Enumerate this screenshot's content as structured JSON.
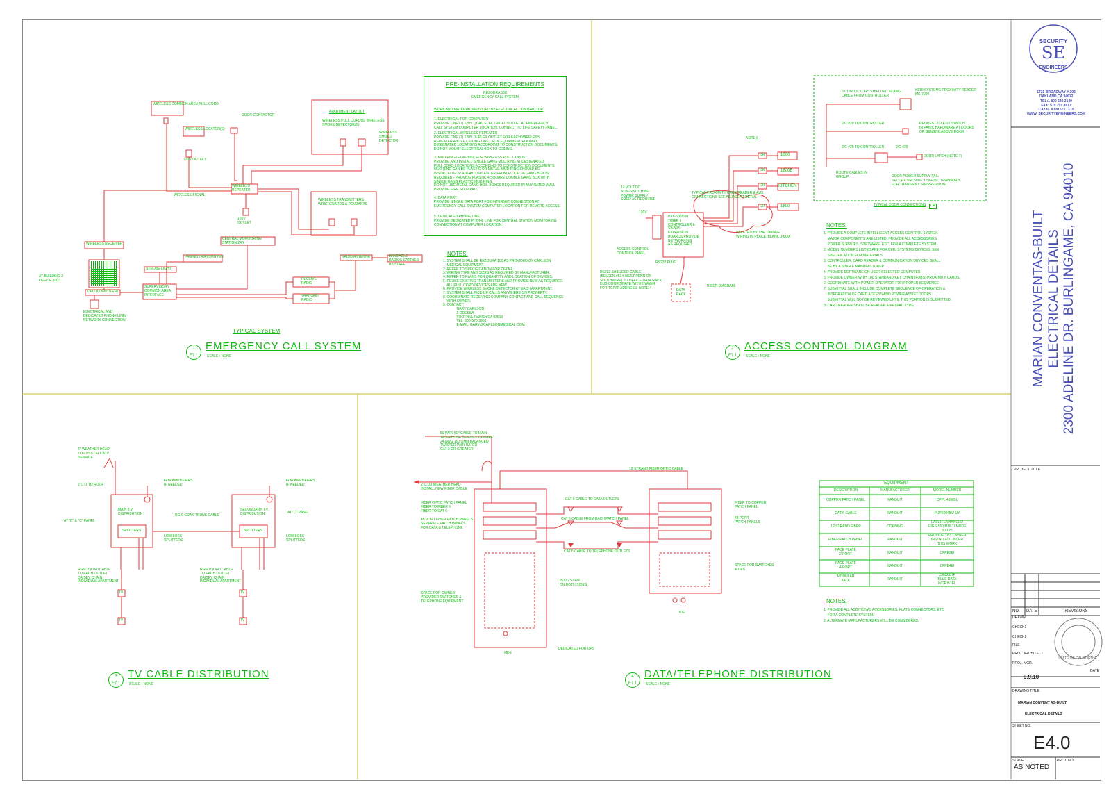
{
  "title_block": {
    "logo_text": "SECURITY",
    "logo_initials": "SE",
    "logo_sub": "ENGINEERS",
    "address": [
      "1721 BROADWAY # 205",
      "OAKLAND CA 94612",
      "TEL:1 800 640 2140",
      "FAX: 510 291 8877",
      "CA LIC # 881675 C-10",
      "WWW. SECURITYENGINEERS.COM"
    ],
    "project_line1": "MARIAN CONVENTAS-BUILT",
    "project_line2": "ELECTRICAL DETAILS",
    "project_line3": "2300 ADELINE DR. BURLINGAME, CA 94010",
    "project_title_label": "PROJECT TITLE",
    "rev_no": "NO.",
    "rev_date": "DATE",
    "rev_label": "REVISIONS",
    "drawn": "DRAWN",
    "check1": "CHECK1",
    "check2": "CHECK2",
    "file": "FILE",
    "proj_architect": "PROJ. ARCHITECT",
    "proj_mgr": "PROJ. MGR.",
    "date_value": "9.9.10",
    "date_label": "DATE",
    "drawing_title_label": "DRAWING TITLE",
    "drawing_title1": "MARIAN CONVENT AS-BUILT",
    "drawing_title2": "ELECTRICAL DETAILS",
    "sheet_no_label": "SHEET NO.",
    "sheet_no": "E4.0",
    "scale_label": "SCALE",
    "scale_value": "AS NOTED",
    "proj_no_label": "PROJ. NO.",
    "seal_text": "STATE OF CALIFORNIA"
  },
  "details": {
    "d1": {
      "num": "1",
      "sheet": "E7.1",
      "title": "EMERGENCY CALL SYSTEM",
      "scale": "SCALE : NONE",
      "subtitle": "TYPICAL SYSTEM"
    },
    "d2": {
      "num": "2",
      "sheet": "E7.1",
      "title": "ACCESS CONTROL DIAGRAM",
      "scale": "SCALE : NONE"
    },
    "d3": {
      "num": "3",
      "sheet": "E7.1",
      "title": "TV CABLE DISTRIBUTION",
      "scale": "SCALE : NONE"
    },
    "d4": {
      "num": "4",
      "sheet": "E7.1",
      "title": "DATA/TELEPHONE DISTRIBUTION",
      "scale": "SCALE : NONE"
    }
  },
  "emergency": {
    "labels": [
      "WIRELESS COMMON AREA PULL CORD",
      "WIRELESS LOCATOR(S)",
      "120V OUTLET",
      "DOOR CONTACTOR",
      "APARTMENT LAYOUT",
      "WIRELESS PULL CORD(S) WIRELESS SMOKE DETECTOR(S)",
      "WIRELESS SMOKE DETECTOR",
      "WIRELESS REPEATER",
      "WIRELESS SIGNAL",
      "120V OUTLET",
      "WIRELESS TRANSMITTERS WRISTGUARDS & PENDANTS",
      "WIRELESS RECEIVER",
      "CENTRAL MONITORING STATION 24/7",
      "PAGING TRANSMITTER",
      "STROBE LIGHT",
      "AT BUILDING 2 OFFICE 1003",
      "CPU (COMPUTER)",
      "SUPERVISORY COMMON AREA INTERFACE",
      "RADIO ANTENNA",
      "HANDHELD RADIOS CARRIED BY STAFF",
      "RECEIVE RADIO",
      "TRANSMIT RADIO",
      "ELECTRICAL AND DEDICATED PHONE LINE/ NETWORK CONNECTION"
    ],
    "req_title": "PRE-INSTALLATION REQUIREMENTS",
    "req_sub": "ReZoura 100\nEMERGENCY CALL SYSTEM",
    "req_work": "WORK AND MATERIAL PROVIDED BY ELECTRICAL CONTRACTOR",
    "req_items": [
      "1. ELECTRICAL FOR COMPUTER\nPROVIDE ONE (1) 120V QUAD ELECTRICAL OUTLET AT EMERGENCY\nCALL SYSTEM COMPUTER LOCATION. CONNECT TO LIFE SAFETY PANEL.",
      "2. ELECTRICAL WIRELESS REPEATER\nPROVIDE ONE (1) 120V DUPLEX OUTLET FOR EACH WIRELESS\nREPEATER ABOVE CEILING LINE OR IN EQUIPMENT ROOM AT\nDESIGNATED LOCATIONS ACCORDING TO CONSTRUCTION DOCUMENTS.\nDO NOT MOUNT ELECTRICAL BOX TO CEILING.",
      "3. MUD RING/GANG BOX FOR WIRELESS PULL CORDS\nPROVIDE AND INSTALL SINGLE GANG MUD RING AT DESIGNATED\nPULL CORD LOCATIONS ACCORDING TO CONSTRUCTION DOCUMENTS.\nMUD RING CAN BE PLASTIC OR METAL. MUD RING SHOULD BE\nINSTALLED FOR 42A-48\" ON CENTER FROM FLOOR. IF GANG BOX IS\nREQUIRED - PROVIDE PLASTIC 4 SQUARE DOUBLE GANG BOX WITH\nSINGLE GANG PLASTIC MUD RING.\nDO NOT USE METAL GANG BOX. BOXES REQUIRED IN ANY RATED WALL\nPROVIDE FIRE STOP PAD.",
      "4. DATA PORT\nPROVIDE SINGLE DATA PORT FOR INTERNET CONNECTION AT\nEMERGENCY CALL SYSTEM COMPUTER LOCATION FOR REMOTE ACCESS.",
      "5. DEDICATED PHONE LINE\nPROVIDE DEDICATED PHONE LINE FOR CENTRAL STATION MONITORING\nCONNECTION AT COMPUTER LOCATION."
    ],
    "notes_title": "NOTES:",
    "notes": "1. SYSTEM SHALL BE ReZoura 100 AS PROVIDED BY CARLSON\n    MEDICAL EQUIPMENT.\n2. REFER TO SPECIFICATION FOR DETAIL.\n3. WIRING TYPE AND SIZES AS REQUIRED BY MANUFACTURER.\n4. REFER TO PLANS FOR QUANTITY AND LOCATION OF DEVICES.\n5. REUSE EXISTING TRANSMITTERS AND PROVIDE NEW AS REQUIRED.\n    ALL PULL CORD DEVICES ARE NEW.\n6. PROVIDE WIRELESS SMOKE DETECTOR AT EACH APARTMENT.\n7. SYSTEM SHALL PICK-UP CALLS ANYWHERE ON PROPERTY.\n8. COORDINATE RECEIVING COMPANY CONTACT AND CALL SEQUENCE\n    WITH OWNER.\n9. CONTACT:\n              GARY CARLSON\n              8 ODESSA\n              FOOTHILL RANCH CA 92610\n              TEL: 800-570-3350\n              E-MAIL: gary@carlsonmedical.com"
  },
  "access": {
    "note6": "NOTE 6",
    "cr_labels": [
      "CR",
      "CR",
      "CR",
      "CR"
    ],
    "rooms": [
      "1000",
      "1600B",
      "KITCHEN",
      "1800"
    ],
    "supply": "12 VOLT DC\nNON-SWITCHING\nPOWER SUPPLY\nSIZED AS REQUIRED",
    "v120": "120V",
    "panel_label": "ACCESS CONTROL-\nCONTROL PANEL",
    "controller": "PXL-500/510\nTIGER II\nCONTROLLER &\nSB-593\nEXPANSION\nBOARDS PROVIDE\nNETWORKING\nAS REQUIRED",
    "typical_reader": "TYPICAL PROXIMITY CARD READER & AUX\nCONNECTIONS SEE ADJACENT DETAIL",
    "deleted": "DELETED BY THE OWNER\nWIRING IN PLACE, BLANK J-BOX",
    "rs232": "RS232 PLUG",
    "rs232_cable": "RS232 SHIELDED CABLE\n(BELDEN #534 WEST PENN OR\nSOUTHWIRE) TO OFFICE DATA RACK\nHUB COORDINATE WITH OWNER\nFOR TCP/IP ADDRESS  NOTE 4",
    "data_rack": "DATA\nRACK",
    "riser": "RISER DIAGRAM",
    "door_labels": [
      "6 CONDUCTORS SHIELDED 20 AWG\nCABLE FROM CONTROLLER",
      "KERI SYSTEMS PROXIMITY READER\nMS-7000",
      "2/C #20 TO CONTROLLER",
      "REQUEST TO EXIT SWITCH\nIN PANIC HARDWARE AT DOORS\nOR SENSOR ABOVE DOOR",
      "2/C #20 TO CONTROLLER",
      "2/C #20",
      "DOOR LATCH (NOTE 7)",
      "ROUTE CABLES IN\nGROUP",
      "DOOR POWER SUPPLY FAIL\nSECURE PROVIDE 1.5KE36C TRANSORB\nFOR TRANSIENT SUPPRESSION"
    ],
    "typical_door": "TYPICAL DOOR CONNECTIONS",
    "notes_title": "NOTES:",
    "notes": "1. PROVIDE A COMPLETE INTELLIGENT ACCESS CONTROL SYSTEM.\n    MAJOR COMPONENTS ARE LISTED. PROVIDE ALL ACCESSORIES,\n    POWER SUPPLIES, SOFTWARE, ETC. FOR A COMPLETE SYSTEM.\n2. MODEL NUMBERS LISTED ARE FOR KERI SYSTEMS DEVICES. SEE\n    SPECIFICATION FOR MATERIALS.\n3. CONTROLLER, CARD READER & COMMUNICATION DEVICES SHALL\n    BE BY A SINGLE MANUFACTURER.\n4. PROVIDE SOFTWARE ON USER SELECTED COMPUTER.\n5. PROVIDE OWNER WITH 100 STANDARD KEY CHAIN (FOBS) PROXIMITY CARDS.\n6. COORDINATE WITH POWER OPERATOR FOR PROPER SEQUENCE.\n7. SUBMITTAL SHALL INCLUDE COMPLETE SEQUENCE OF OPERATION &\n    INTEGRATION OF CARD ACCESS AND POWER ASSIST DOORS.\n    SUBMITTAL WILL NOT BE REVIEWED UNTIL THIS PORTION IS SUBMITTED.\n8. CARD READER SHALL BE READER & KEYPAD TYPE."
  },
  "tv": {
    "weather_head": "2\" WEATHER HEAD\nTOP DSS OR CATV\nSERVICE",
    "co_roof": "2\"C.O TO ROOF",
    "amp1": "FOR AMPLIFIERS\nIF NEEDED",
    "amp2": "FOR AMPLIFIERS\nIF NEEDED",
    "main": "MAIN T.V.\nDISTRIBUTION",
    "secondary": "SECONDARY T.V.\nDISTRIBUTION",
    "trunk": "RG-6 COAX TRUNK CABLE",
    "at_bc": "AT \"B\" & \"C\" PANEL",
    "at_d": "AT \"D\" PANEL",
    "splitters": "SPLITTERS",
    "low_loss1": "LOW LOSS\nSPLITTERS",
    "low_loss2": "LOW LOSS\nSPLITTERS",
    "rg6_1": "RG6U QUAD CABLE\nTO EACH OUTLET\nDAISEY CHAIN\nINDIVIDUAL APARTMENT",
    "rg6_2": "RG6U QUAD CABLE\nTO EACH OUTLET\nDAISEY CHAIN\nINDIVIDUAL APARTMENT",
    "tv": "TV"
  },
  "data": {
    "cable50": "50 PAIR ISP CABLE TO MAIN\nTELEPHONE SERVICE DEMARK\n24 AWG 100 OHM BALANCED\nTWISTED PAIR RATED\nCAT 3 OR GREATER",
    "weather": "2\"C.O8 WEATHER HEAD\nINSTALL NEW FIBER CABLE",
    "fiber12": "12 STRAND FIBER OPTIC CABLE",
    "fiber_panel": "FIBER OPTIC PATCH PANEL\nFIBER TO FIBER #\nFIBER TO CAT 6",
    "port48": "48 PORT FIBER PATCH PANELS\nSEPARATE PATCH PANELS\nFOR DATA & TELEPHONE",
    "cat6_data": "CAT 6 CABLE TO DATA OUTLETS",
    "cat6_each": "CAT 6 CABLE FROM EACH PATCH PANEL",
    "cat6_tel": "CAT 6 CABLE TO TELEPHONE OUTLETS",
    "fiber_copper": "FIBER TO COPPER\nPATCH PANEL",
    "port48_r": "48 PORT\nPATCH PANELS",
    "space_sw": "SPACE FOR SWITCHES\n& UPS",
    "space_owner": "SPACE FOR OWNER\nPROVIDED SWITCHES &\nTELEPHONE EQUIPMENT",
    "plug_strip": "PLUG STRIP\nON BOTH SIDES",
    "dedicated_ups": "DEDICATED FOR UPS",
    "mde": "MDE",
    "ide": "IDE",
    "equip_title": "EQUIPMENT",
    "equip_headers": [
      "DESCRIPTION",
      "MANUFACTURER",
      "MODEL NUMBER"
    ],
    "equip_rows": [
      [
        "COPPER PATCH PANEL",
        "PANDUIT",
        "CPPL 48WBL"
      ],
      [
        "CAT 6 CABLE",
        "PANDUIT",
        "PUP6004BU-UY"
      ],
      [
        "12 STRAND FIBER",
        "CORNING",
        "LASER ENHANCED\nGIGS-550 MULTI MODE\n50/125"
      ],
      [
        "FIBER PATCH PANEL",
        "PANDUIT",
        "PROVIDED BY OWNER\nINSTALLED UNDER\nTHIS WORK"
      ],
      [
        "FACE PLATE\n2 PORT",
        "PANDUIT",
        "CFPE2EI"
      ],
      [
        "FACE PLATE\n4 PORT",
        "PANDUIT",
        "CFPE4EI"
      ],
      [
        "MODULAR\nJACK",
        "PANDUIT",
        "CJ6X88TP\nBLUE DATA\nIVORY-TEL"
      ]
    ],
    "notes_title": "NOTES:",
    "notes": "1. PROVIDE ALL ADDITIONAL ACCESSORIES, PLATE CONNECTORS, ETC\n    FOR A COMPLETE SYSTEM.\n2. ALTERNATE MANUFACTURERS WILL BE CONSIDERED."
  },
  "colors": {
    "line": "#e03a3a",
    "text": "#11b811",
    "title_block": "#4a4fb5"
  }
}
